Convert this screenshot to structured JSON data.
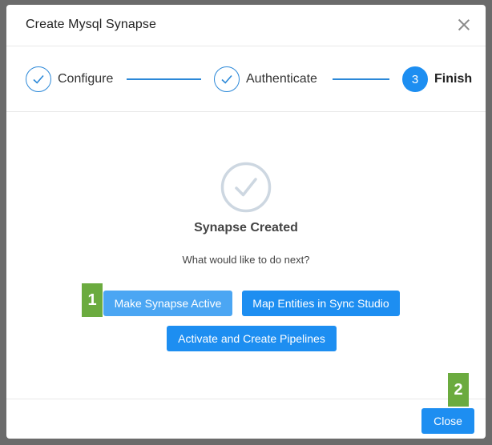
{
  "dialog": {
    "title": "Create Mysql Synapse"
  },
  "steps": [
    {
      "label": "Configure",
      "state": "completed",
      "icon": "check-icon"
    },
    {
      "label": "Authenticate",
      "state": "completed",
      "icon": "check-icon"
    },
    {
      "label": "Finish",
      "state": "active",
      "number": "3"
    }
  ],
  "result": {
    "icon": "check-circle-icon",
    "title": "Synapse Created",
    "subtitle": "What would like to do next?"
  },
  "actions": {
    "make_active": "Make Synapse Active",
    "map_entities": "Map Entities in Sync Studio",
    "activate_pipelines": "Activate and Create Pipelines"
  },
  "footer": {
    "close_label": "Close"
  },
  "annotations": [
    {
      "label": "1"
    },
    {
      "label": "2"
    }
  ],
  "colors": {
    "primary": "#1d8ef1",
    "primary_light": "#4ba6f3",
    "step_outline": "#2b88d8",
    "badge": "#6bab3f",
    "overlay": "#6b6b6b"
  }
}
